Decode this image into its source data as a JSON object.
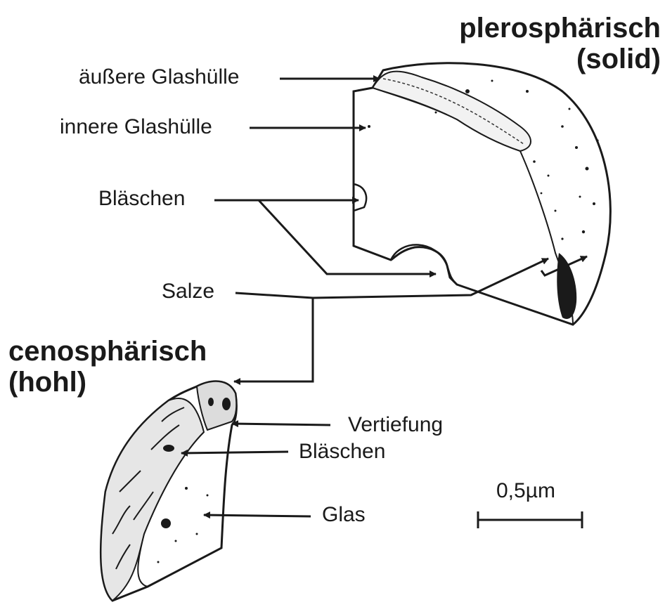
{
  "titles": {
    "solid_main": "plerosphärisch",
    "solid_sub": "(solid)",
    "hollow_main": "cenosphärisch",
    "hollow_sub": "(hohl)"
  },
  "labels": {
    "outer_shell": "äußere Glashülle",
    "inner_shell": "innere Glashülle",
    "bubbles_top": "Bläschen",
    "salts": "Salze",
    "depression": "Vertiefung",
    "bubbles_bottom": "Bläschen",
    "glass": "Glas"
  },
  "scale_bar": {
    "label": "0,5µm"
  }
}
